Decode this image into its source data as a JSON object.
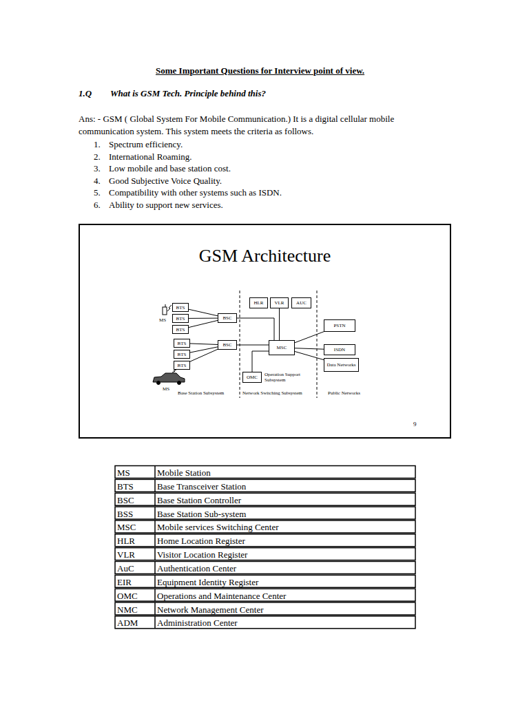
{
  "diagram": {
    "title": "Some Important Questions for Interview point of view.",
    "nodes": [
      {
        "text": [
          "GSM Architecture"
        ]
      },
      {
        "text": [
          "BTS"
        ],
        "in": 0
      },
      {
        "text": [
          "HLR"
        ],
        "in": 0
      },
      {
        "text": [
          "VLR"
        ],
        "in": 0
      },
      {
        "text": [
          "AUC"
        ],
        "in": 0
      },
      {
        "text": [
          "BSC"
        ],
        "in": 0
      },
      {
        "text": [
          "BTS"
        ],
        "in": 0
      },
      {
        "text": [
          "PSTN"
        ],
        "in": 0
      },
      {
        "text": [
          "BTS"
        ],
        "in": 0
      },
      {
        "text": [
          "BTS"
        ],
        "in": 0
      },
      {
        "text": [
          "MSC"
        ],
        "in": 0
      },
      {
        "text": [
          "BSC"
        ],
        "in": 0
      },
      {
        "text": [
          "ISDN"
        ],
        "in": 0
      },
      {
        "text": [
          "BTS"
        ],
        "in": 0
      },
      {
        "text": [
          "Data Networks"
        ],
        "in": 0
      },
      {
        "text": [
          "BTS"
        ],
        "in": 0
      },
      {
        "text": [
          "OMC"
        ],
        "in": 0
      }
    ],
    "edges": [
      {
        "from": 1,
        "to": 5,
        "arrow": "none"
      },
      {
        "from": 6,
        "to": 5,
        "arrow": "none"
      },
      {
        "from": 8,
        "to": 5,
        "arrow": "none"
      },
      {
        "from": 5,
        "to": 10,
        "arrow": "none"
      },
      {
        "from": 3,
        "to": 10,
        "arrow": "none"
      },
      {
        "from": 9,
        "to": 11,
        "arrow": "none"
      },
      {
        "from": 13,
        "to": 11,
        "arrow": "none"
      },
      {
        "from": 15,
        "to": 11,
        "arrow": "none"
      },
      {
        "from": 11,
        "to": 10,
        "arrow": "none"
      },
      {
        "from": 16,
        "to": 10,
        "arrow": "none"
      },
      {
        "from": 10,
        "to": 7,
        "arrow": "none"
      },
      {
        "from": 10,
        "to": 12,
        "arrow": "none"
      },
      {
        "from": 10,
        "to": 14,
        "arrow": "none"
      }
    ],
    "labels": [
      "1.Q",
      "What is GSM Tech. Principle behind this?",
      "Ans: - GSM ( Global System For Mobile Communication.) It is a digital cellular mobile communication system. This system meets the criteria as follows.",
      "1.",
      "Spectrum efficiency.",
      "2.",
      "International Roaming.",
      "3.",
      "Low mobile and base station cost.",
      "4.",
      "Good Subjective Voice Quality.",
      "5.",
      "Compatibility with other systems such as ISDN.",
      "6.",
      "Ability to support new services.",
      "MS",
      "MS",
      "Base Station Subsystem",
      "Network Switching Subsystem",
      "Operation Support Subsystem",
      "Public Networks",
      "9",
      "MS",
      "Mobile Station",
      "BTS",
      "Base Transceiver Station",
      "BSC",
      "Base Station Controller",
      "BSS",
      "Base Station Sub-system",
      "MSC",
      "Mobile services Switching Center",
      "HLR",
      "Home Location Register",
      "VLR",
      "Visitor Location Register",
      "AuC",
      "Authentication Center",
      "EIR",
      "Equipment Identity Register",
      "OMC",
      "Operations and Maintenance Center",
      "NMC",
      "Network Management Center",
      "ADM",
      "Administration Center"
    ]
  }
}
